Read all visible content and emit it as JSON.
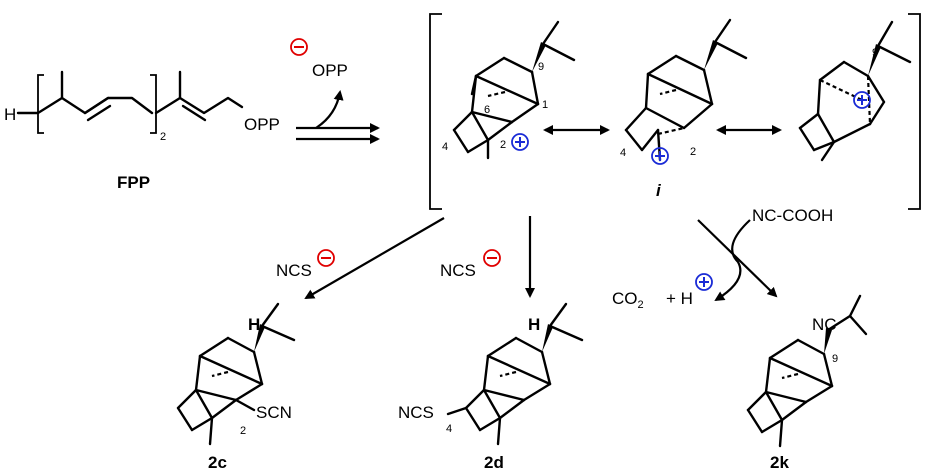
{
  "labels": {
    "H": "H",
    "sub2": "2",
    "opp_chain": "OPP",
    "fpp": "FPP",
    "opp_anion": "OPP",
    "minus": "−",
    "plus": "+",
    "locant_9": "9",
    "locant_6": "6",
    "locant_1": "1",
    "locant_4": "4",
    "locant_2": "2",
    "intermediate": "i",
    "ncs": "NCS",
    "nc_cooh": "NC-COOH",
    "co2_main": "CO",
    "co2_sub": "2",
    "plus_h": "+ H",
    "h_atom": "H",
    "scn": "SCN",
    "ncs_sub": "NCS",
    "nc": "NC",
    "cmp_2c": "2c",
    "cmp_2d": "2d",
    "cmp_2k": "2k"
  },
  "colors": {
    "minus_charge": "#e00000",
    "plus_charge": "#1a2bd6",
    "ink": "#000000"
  }
}
